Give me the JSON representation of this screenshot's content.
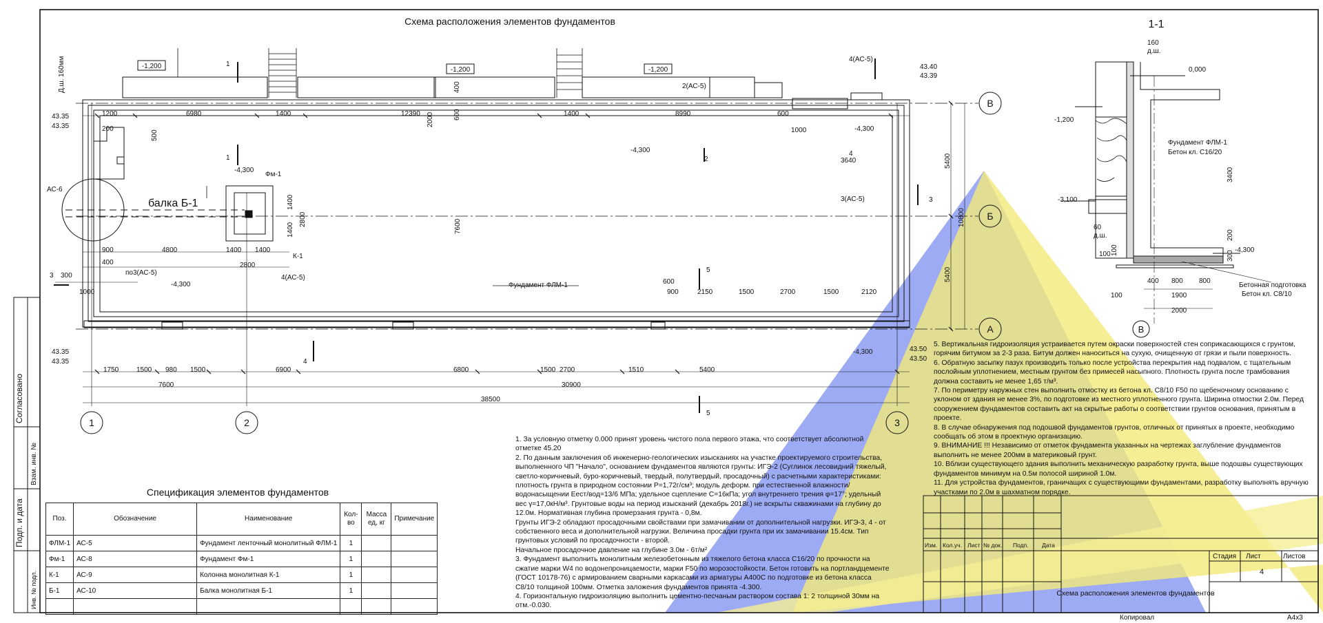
{
  "sheet": {
    "title": "Схема расположения элементов фундаментов",
    "section_title": "1-1",
    "copied_label": "Копировал",
    "format_label": "A4x3"
  },
  "plan": {
    "level_labels": [
      "-1,200",
      "-1,200",
      "-1,200",
      "-4,300",
      "-4,300",
      "-4,300",
      "-4,300",
      "-4,300"
    ],
    "elevations": {
      "top_left": [
        "43.35",
        "43.35"
      ],
      "bottom_left": [
        "43.35",
        "43.35"
      ],
      "top_right": [
        "43.40",
        "43.39"
      ],
      "bottom_right": [
        "43.50",
        "43.50"
      ]
    },
    "beam_label": "балка Б-1",
    "column_label": "Фм-1",
    "column_tag": "К-1",
    "strip_label": "Фундамент ФЛМ-1",
    "axes_letters": [
      "В",
      "Б",
      "А"
    ],
    "axes_numbers": [
      "1",
      "2",
      "3"
    ],
    "callouts": [
      "4(АС-5)",
      "2(АС-5)",
      "3(АС-5)",
      "4(АС-5)",
      "по3(АС-5)",
      "АС-6"
    ],
    "top_dims": [
      "1200",
      "6980",
      "1400",
      "12390",
      "1400",
      "8990",
      "600"
    ],
    "bottom_dims": [
      "1750",
      "1500",
      "980",
      "1500",
      "6900",
      "6800",
      "1500",
      "2700",
      "1510",
      "5400"
    ],
    "totals": [
      "7600",
      "30900",
      "38500"
    ],
    "right_dims": [
      "5400",
      "10800",
      "5400"
    ],
    "misc_dims": [
      "900",
      "4800",
      "1400",
      "1400",
      "2800",
      "400",
      "1000",
      "300",
      "3640",
      "2150",
      "1500",
      "2700",
      "1500",
      "2120",
      "600",
      "900",
      "200",
      "7600",
      "2800",
      "1400",
      "1400",
      "2000",
      "1000",
      "600",
      "400",
      "500"
    ],
    "side_note": "Д.ш. 160мм",
    "section_marks": [
      "1",
      "1",
      "2",
      "3",
      "4",
      "5",
      "5",
      "4",
      "3"
    ]
  },
  "section": {
    "labels": [
      "160",
      "д.ш.",
      "0,000",
      "-1,200",
      "-3,100",
      "-4,300",
      "Фундамент ФЛМ-1",
      "Бетон кл. С16/20",
      "Бетонная подготовка",
      "Бетон кл. С8/10",
      "60",
      "д.ш.",
      "100",
      "400",
      "800",
      "800",
      "100",
      "1900",
      "2000",
      "3400",
      "200",
      "100",
      "300",
      "В"
    ]
  },
  "notes_left": [
    "1. За условную отметку 0.000 принят уровень чистого пола первого этажа, что соответствует абсолютной отметке 45.20",
    "2. По данным заключения об инженерно-геологических изысканиях на участке проектируемого строительства, выполненного ЧП \"Начало\", основанием фундаментов являются грунты: ИГЭ-2 (Суглинок лесовидний тяжелый, светло-коричневый, буро-коричневый, твердый, полутвердый, просадочный) с расчетными характеристиками: плотность грунта в природном состоянии Р=1,72г/см³; модуль деформ. при естественной влажности/водонасыщении Еест/вод=13/6 МПа; удельное сцепление С=16кПа; угол внутреннего трения φ=17°; удельный вес γ=17,0кН/м³. Грунтовые воды на период изысканий (декабрь 2018г.) не вскрыты скважинами на глубину до 12.0м. Нормативная глубина промерзания грунта - 0,8м.",
    "Грунты ИГЭ-2 обладают просадочными свойствами при замачивании от дополнительной нагрузки. ИГЭ-3, 4 - от собственного веса и дополнительной нагрузки. Величина просадки грунта при их замачивании 15.4см. Тип грунтовых условий по просадочности - второй.",
    "Начальное просадочное давление на глубине 3.0м - 6т/м²",
    "3. Фундамент выполнить монолитным железобетонным из тяжелого бетона класса С16/20 по прочности на сжатие марки W4 по водонепроницаемости, марки F50 по морозостойкости. Бетон готовить на портландцементе (ГОСТ 10178-76) с армированием сварными каркасами из арматуры А400С по подготовке из бетона класса С8/10 толщиной 100мм. Отметка заложения фундаментов принята -4.300.",
    "4. Горизонтальную гидроизоляцию выполнить цементно-песчаным раствором состава 1: 2 толщиной 30мм на отм.-0.030."
  ],
  "notes_right": [
    "5. Вертикальная гидроизоляция устраивается путем окраски поверхностей стен соприкасающихся с грунтом, горячим битумом за 2-3 раза. Битум должен наноситься на сухую, очищенную от грязи и пыли поверхность.",
    "6. Обратную засыпку пазух производить только после устройства перекрытия над подвалом, с тщательным послойным уплотнением, местным грунтом  без примесей насыпного. Плотность грунта после трамбования должна составить не менее 1,65 т/м³.",
    "7. По периметру наружных стен выполнить отмостку из бетона кл. С8/10 F50 по щебеночному основанию с уклоном от здания не менее 3%, по подготовке из местного уплотненного грунта. Ширина отмостки 2.0м. Перед сооружением фундаментов составить акт на скрытые работы о соответствии грунтов основания, принятым в проекте.",
    "8. В случае обнаружения под подошвой фундаментов грунтов, отличных от принятых в проекте, необходимо сообщать об этом в проектную организацию.",
    "9. ВНИМАНИЕ !!! Независимо от отметок фундамента указанных на чертежах заглубление фундаментов выполнить не менее 200мм в материковый грунт.",
    "10. Вблизи существующего здания выполнить механическую разработку грунта, выше подошвы существующих фундаментов минимум на 0.5м полосой шириной 1.0м.",
    "11. Для устройства фундаментов, граничащих с существующими фундаментами, разработку выполнять вручную участками по 2.0м в шахматном порядке."
  ],
  "spec": {
    "title": "Спецификация элементов фундаментов",
    "headers": [
      "Поз.",
      "Обозначение",
      "Наименование",
      "Кол-во",
      "Масса ед, кг",
      "Примечание"
    ],
    "rows": [
      [
        "ФЛМ-1",
        "АС-5",
        "Фундамент ленточный монолитный ФЛМ-1",
        "1",
        "",
        ""
      ],
      [
        "Фм-1",
        "АС-8",
        "Фундамент Фм-1",
        "1",
        "",
        ""
      ],
      [
        "К-1",
        "АС-9",
        "Колонна монолитная К-1",
        "1",
        "",
        ""
      ],
      [
        "Б-1",
        "АС-10",
        "Балка монолитная Б-1",
        "1",
        "",
        ""
      ]
    ]
  },
  "stamp": {
    "cols": [
      "Изм.",
      "Кол.уч.",
      "Лист",
      "№ док.",
      "Подп.",
      "Дата"
    ],
    "stage_label": "Стадия",
    "sheet_label": "Лист",
    "sheets_label": "Листов",
    "sheet_number": "4",
    "drawing_title": "Схема расположения элементов фундаментов"
  },
  "side_strip": [
    "Согласовано",
    "Взам. инв. №",
    "Подп. и дата",
    "Инв. № подл."
  ],
  "watermark_colors": {
    "blue": "#7c8ff0",
    "yellow": "#f2ea7a"
  }
}
